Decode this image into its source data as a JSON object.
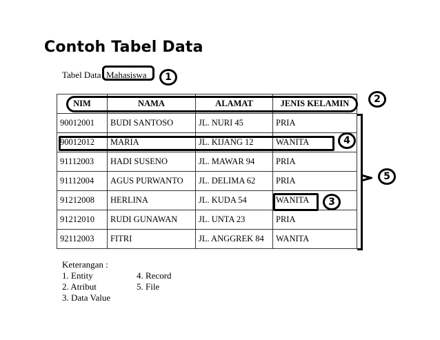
{
  "slide": {
    "title": "Contoh Tabel Data"
  },
  "caption": {
    "prefix": "Tabel Data",
    "entity": "Mahasiswa"
  },
  "table": {
    "headers": [
      "NIM",
      "NAMA",
      "ALAMAT",
      "JENIS KELAMIN"
    ],
    "rows": [
      [
        "90012001",
        "BUDI SANTOSO",
        "JL. NURI  45",
        "PRIA"
      ],
      [
        "90012012",
        "MARIA",
        "JL. KIJANG 12",
        "WANITA"
      ],
      [
        "91112003",
        "HADI SUSENO",
        "JL. MAWAR 94",
        "PRIA"
      ],
      [
        "91112004",
        "AGUS PURWANTO",
        "JL. DELIMA 62",
        "PRIA"
      ],
      [
        "91212008",
        "HERLINA",
        "JL. KUDA 54",
        "WANITA"
      ],
      [
        "91212010",
        "RUDI GUNAWAN",
        "JL. UNTA 23",
        "PRIA"
      ],
      [
        "92112003",
        "FITRI",
        "JL. ANGGREK 84",
        "WANITA"
      ]
    ]
  },
  "markers": [
    "1",
    "2",
    "3",
    "4",
    "5"
  ],
  "legend": {
    "title": "Keterangan :",
    "items": [
      "1. Entity",
      "2. Atribut",
      "3. Data Value",
      "4. Record",
      "5. File"
    ]
  }
}
